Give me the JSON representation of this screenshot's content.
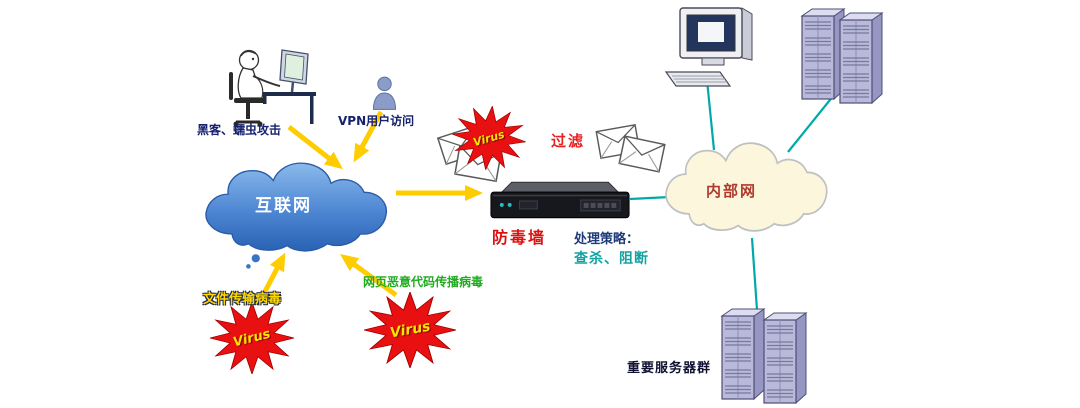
{
  "diagram": {
    "labels": {
      "hacker_attack": "黑客、蠕虫攻击",
      "vpn_access": "VPN用户访问",
      "internet": "互联网",
      "virus": "Virus",
      "filter": "过滤",
      "firewall": "防毒墙",
      "strategy_title": "处理策略：",
      "strategy_actions": "查杀、阻断",
      "intranet": "内部网",
      "file_transfer_virus": "文件传输病毒",
      "web_malicious_virus": "网页恶意代码传播病毒",
      "important_servers": "重要服务器群"
    },
    "colors": {
      "attack_arrow": "#ffcc00",
      "network_link": "#00a9a9",
      "internet_cloud": "#3b74c4",
      "intranet_cloud": "#fcf6dd",
      "virus_star": "#e81010",
      "virus_text": "#ffe400",
      "alert_text": "#dd1111",
      "action_text": "#14a3a3"
    }
  }
}
